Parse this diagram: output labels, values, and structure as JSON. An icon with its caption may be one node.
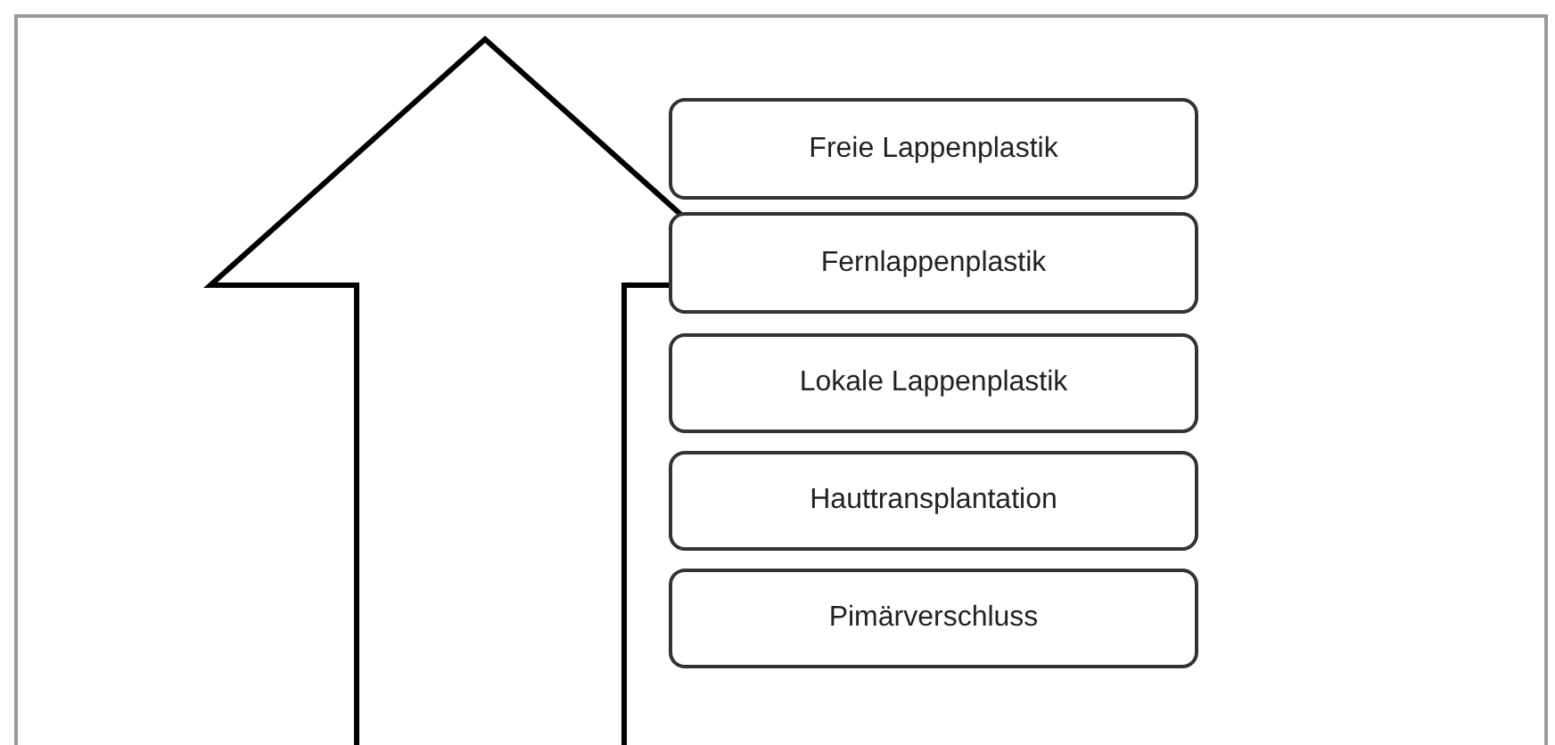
{
  "diagram": {
    "nodes": [
      {
        "text": [
          "Freie Lappenplastik"
        ]
      },
      {
        "text": [
          "Fernlappenplastik"
        ]
      },
      {
        "text": [
          "Lokale Lappenplastik"
        ]
      },
      {
        "text": [
          "Hauttransplantation"
        ]
      },
      {
        "text": [
          "Pimärverschluss"
        ]
      }
    ],
    "edges": []
  }
}
